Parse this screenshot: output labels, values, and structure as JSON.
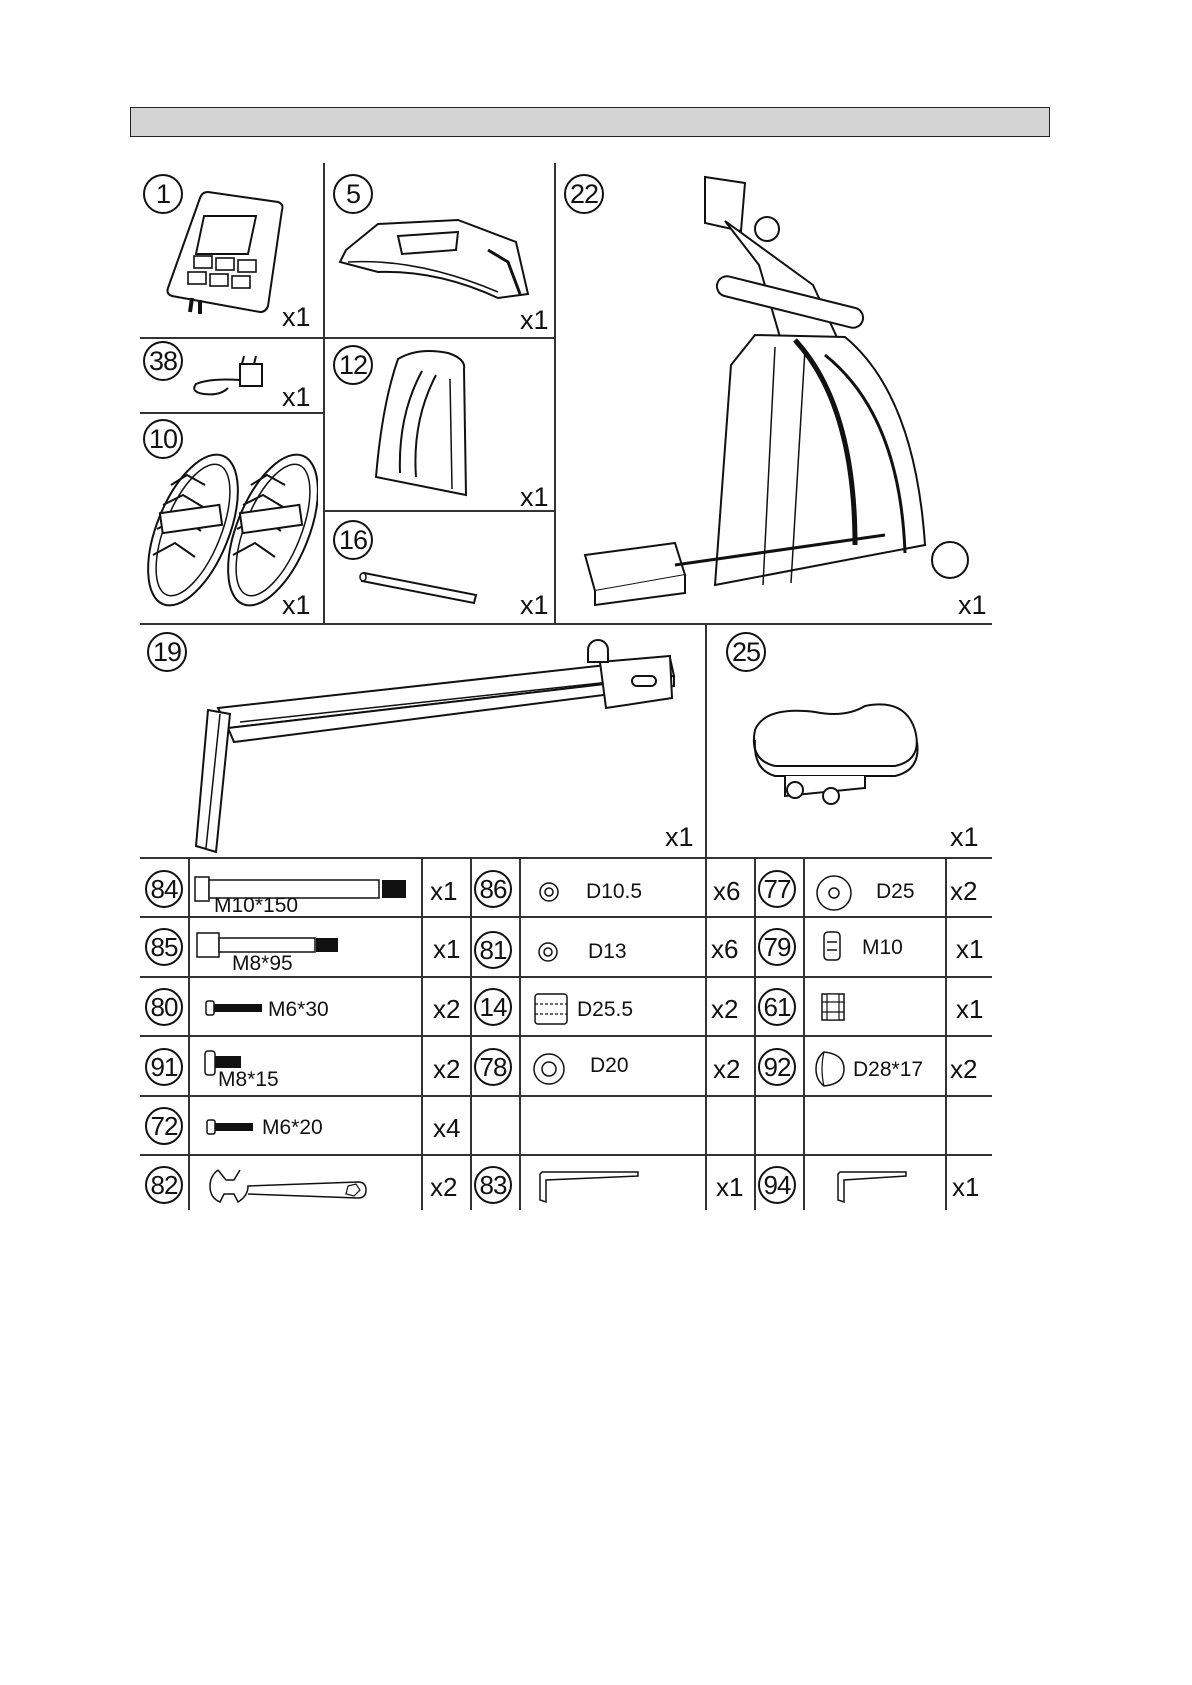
{
  "parts": [
    {
      "id": "p1",
      "number": "1",
      "qty": "x1",
      "icon": "console-icon"
    },
    {
      "id": "p5",
      "number": "5",
      "qty": "x1",
      "icon": "front-stabilizer-icon"
    },
    {
      "id": "p22",
      "number": "22",
      "qty": "x1",
      "icon": "main-frame-icon"
    },
    {
      "id": "p38",
      "number": "38",
      "qty": "x1",
      "icon": "adapter-icon"
    },
    {
      "id": "p12",
      "number": "12",
      "qty": "x1",
      "icon": "cover-icon"
    },
    {
      "id": "p10",
      "number": "10",
      "qty": "x1",
      "icon": "pedals-icon"
    },
    {
      "id": "p16",
      "number": "16",
      "qty": "x1",
      "icon": "axle-icon"
    },
    {
      "id": "p19",
      "number": "19",
      "qty": "x1",
      "icon": "rail-icon"
    },
    {
      "id": "p25",
      "number": "25",
      "qty": "x1",
      "icon": "seat-icon"
    }
  ],
  "hardware": [
    [
      {
        "number": "84",
        "spec": "M10*150",
        "qty": "x1",
        "icon": "bolt-long-icon"
      },
      {
        "number": "86",
        "spec": "D10.5",
        "qty": "x6",
        "icon": "washer-small-icon"
      },
      {
        "number": "77",
        "spec": "D25",
        "qty": "x2",
        "icon": "washer-large-icon"
      }
    ],
    [
      {
        "number": "85",
        "spec": "M8*95",
        "qty": "x1",
        "icon": "bolt-medium-icon"
      },
      {
        "number": "81",
        "spec": "D13",
        "qty": "x6",
        "icon": "washer-small-icon"
      },
      {
        "number": "79",
        "spec": "M10",
        "qty": "x1",
        "icon": "nut-icon"
      }
    ],
    [
      {
        "number": "80",
        "spec": "M6*30",
        "qty": "x2",
        "icon": "screw-icon"
      },
      {
        "number": "14",
        "spec": "D25.5",
        "qty": "x2",
        "icon": "bushing-icon"
      },
      {
        "number": "61",
        "spec": "",
        "qty": "x1",
        "icon": "spacer-icon"
      }
    ],
    [
      {
        "number": "91",
        "spec": "M8*15",
        "qty": "x2",
        "icon": "bolt-short-icon"
      },
      {
        "number": "78",
        "spec": "D20",
        "qty": "x2",
        "icon": "washer-large-icon"
      },
      {
        "number": "92",
        "spec": "D28*17",
        "qty": "x2",
        "icon": "end-cap-icon"
      }
    ],
    [
      {
        "number": "72",
        "spec": "M6*20",
        "qty": "x4",
        "icon": "screw-icon"
      },
      {
        "number": "",
        "spec": "",
        "qty": "",
        "icon": ""
      },
      {
        "number": "",
        "spec": "",
        "qty": "",
        "icon": ""
      }
    ],
    [
      {
        "number": "82",
        "spec": "",
        "qty": "x2",
        "icon": "wrench-icon"
      },
      {
        "number": "83",
        "spec": "",
        "qty": "x1",
        "icon": "allen-key-icon"
      },
      {
        "number": "94",
        "spec": "",
        "qty": "x1",
        "icon": "allen-key-icon"
      }
    ]
  ]
}
